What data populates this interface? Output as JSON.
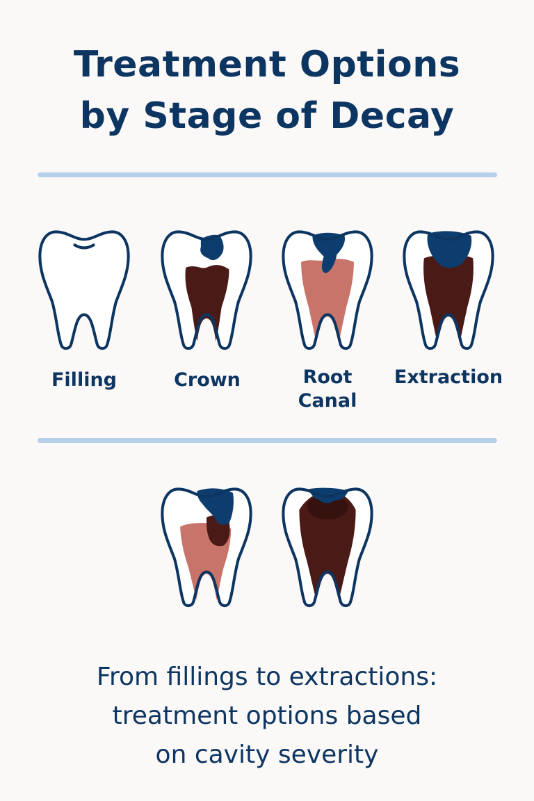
{
  "title": {
    "line1": "Treatment Options",
    "line2": "by Stage of Decay"
  },
  "stages": [
    {
      "label": "Filling",
      "icon": "healthy-tooth-icon"
    },
    {
      "label": "Crown",
      "icon": "decayed-tooth-crown-icon"
    },
    {
      "label_lines": [
        "Root",
        "Canal"
      ],
      "icon": "decayed-tooth-root-canal-icon"
    },
    {
      "label": "Extraction",
      "icon": "decayed-tooth-extraction-icon"
    }
  ],
  "extra_teeth": [
    {
      "icon": "decayed-tooth-pulp-icon"
    },
    {
      "icon": "decayed-tooth-advanced-icon"
    }
  ],
  "caption": {
    "line1": "From fillings to extractions:",
    "line2": "treatment options based",
    "line3": "on cavity severity"
  },
  "colors": {
    "outline": "#0d3561",
    "enamel": "#ffffff",
    "decay_blue": "#0d3d6e",
    "dentin_dark": "#4a1a16",
    "pulp_pink": "#c9746a",
    "divider": "#b7d0ea",
    "background": "#fbf9f8"
  }
}
